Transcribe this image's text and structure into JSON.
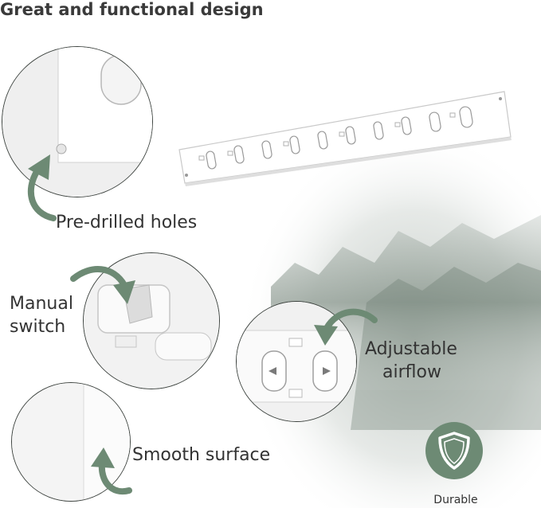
{
  "title": "Great and functional design",
  "features": [
    {
      "label_line1": "Pre-drilled holes",
      "label_line2": ""
    },
    {
      "label_line1": "Manual",
      "label_line2": "switch"
    },
    {
      "label_line1": "Adjustable",
      "label_line2": "airflow"
    },
    {
      "label_line1": "Smooth surface",
      "label_line2": ""
    }
  ],
  "badge": {
    "label": "Durable",
    "icon": "shield-icon"
  },
  "colors": {
    "accent": "#6d8a74",
    "text": "#333333",
    "border": "#3e4440"
  }
}
